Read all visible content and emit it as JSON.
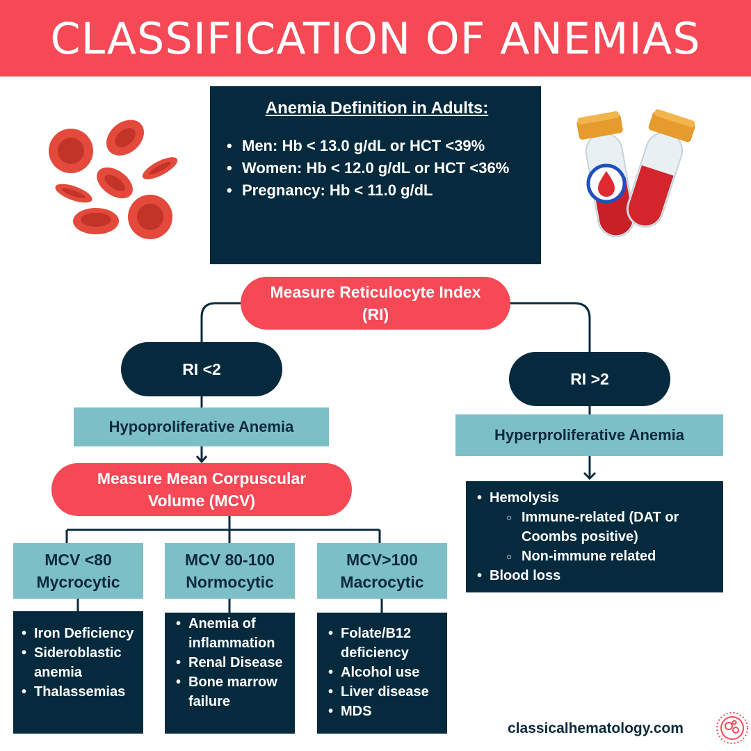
{
  "title": "CLASSIFICATION OF ANEMIAS",
  "definition": {
    "heading": "Anemia Definition in Adults:",
    "items": [
      "Men: Hb < 13.0 g/dL or HCT <39%",
      "Women: Hb < 12.0 g/dL or HCT <36%",
      "Pregnancy: Hb < 11.0 g/dL"
    ]
  },
  "ri_node": "Measure Reticulocyte Index (RI)",
  "low_branch": {
    "label": "RI <2",
    "type": "Hypoproliferative Anemia",
    "mcv_node": "Measure Mean Corpuscular Volume (MCV)",
    "categories": [
      {
        "range": "MCV <80",
        "name": "Mycrocytic",
        "causes": [
          "Iron Deficiency",
          "Sideroblastic anemia",
          "Thalassemias"
        ]
      },
      {
        "range": "MCV 80-100",
        "name": "Normocytic",
        "causes": [
          "Anemia of inflammation",
          "Renal Disease",
          "Bone marrow failure"
        ]
      },
      {
        "range": "MCV>100",
        "name": "Macrocytic",
        "causes": [
          "Folate/B12 deficiency",
          "Alcohol use",
          "Liver disease",
          "MDS"
        ]
      }
    ]
  },
  "high_branch": {
    "label": "RI >2",
    "type": "Hyperproliferative Anemia",
    "causes": {
      "hemolysis": "Hemolysis",
      "immune": "Immune-related (DAT or Coombs positive)",
      "non_immune": "Non-immune related",
      "blood_loss": "Blood loss"
    }
  },
  "footer": "classicalhematology.com",
  "colors": {
    "red": "#f64855",
    "navy": "#052a3d",
    "teal": "#7dbfc6"
  },
  "icons": [
    "red-blood-cells-illustration",
    "blood-test-tubes-icon",
    "site-logo-icon"
  ]
}
